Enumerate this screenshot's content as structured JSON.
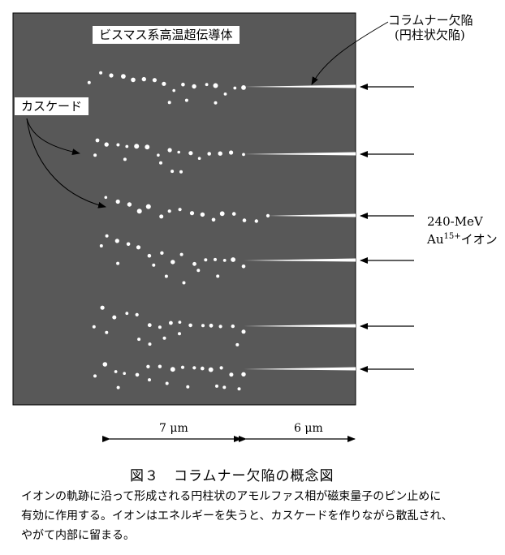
{
  "material_label": "ビスマス系高温超伝導体",
  "cascade_label": "カスケード",
  "defect_label_line1": "コラムナー欠陥",
  "defect_label_line2": "(円柱状欠陥)",
  "ion_energy": "240-MeV",
  "ion_species_prefix": "Au",
  "ion_charge": "15+",
  "ion_species_suffix": "イオン",
  "scale_left": "7 μm",
  "scale_right": "6 μm",
  "caption": {
    "title": "図３　コラムナー欠陥の概念図",
    "lines": [
      "イオンの軌跡に沿って形成される円柱状のアモルファス相が磁束量子のピン止めに",
      "有効に作用する。イオンはエネルギーを失うと、カスケードを作りながら散乱され、",
      "やがて内部に留まる。"
    ]
  },
  "colors": {
    "sample_fill": "#585858",
    "background": "#ffffff",
    "defect": "#ffffff",
    "ink": "#000000"
  }
}
